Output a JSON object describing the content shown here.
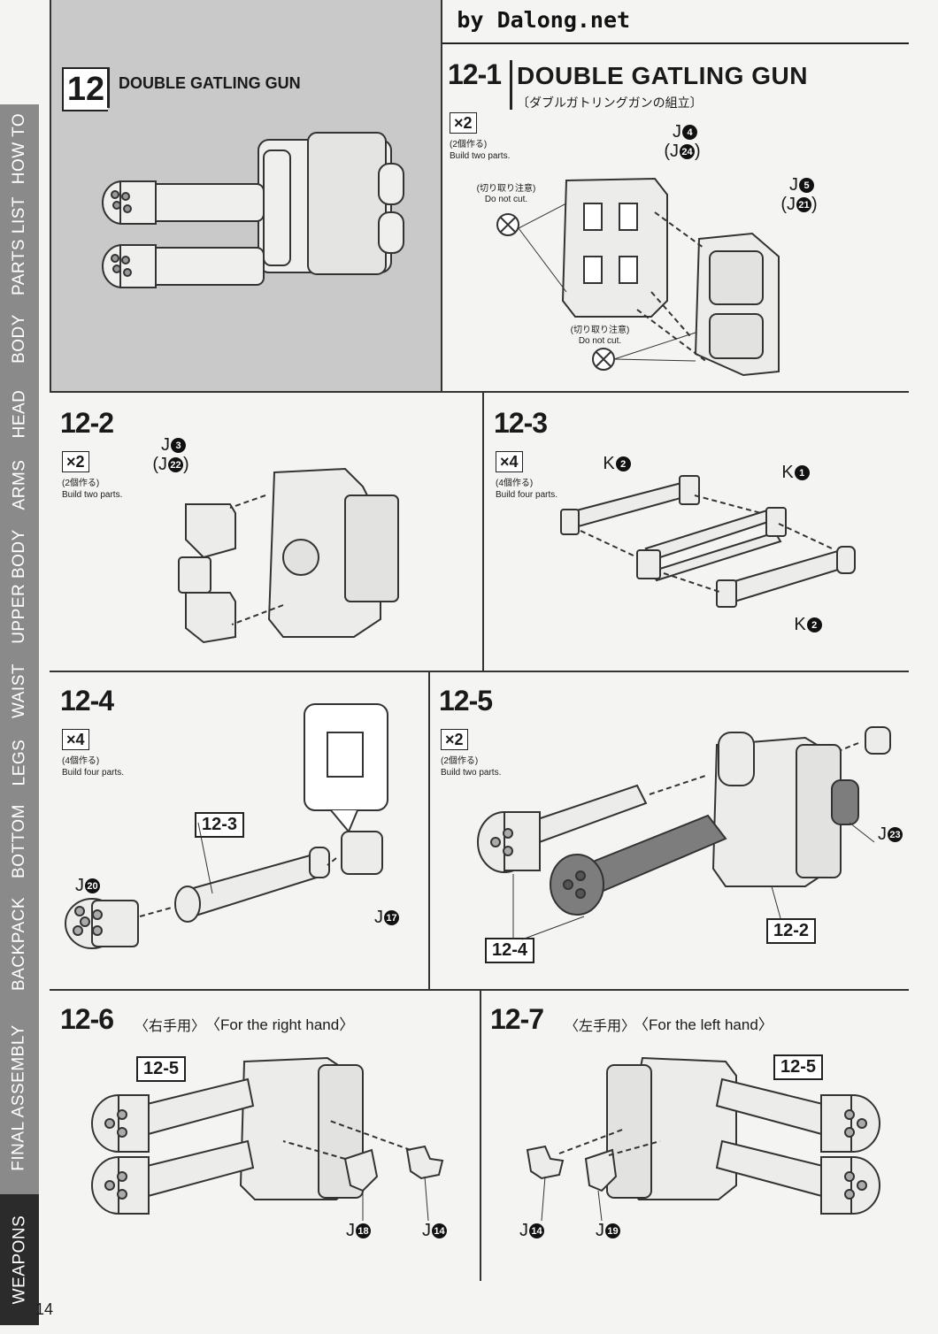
{
  "banner": "Scanned by Dalong.net",
  "page_number": "14",
  "sidebar": {
    "tabs": [
      {
        "label": "HOW TO",
        "active": false
      },
      {
        "label": "PARTS LIST",
        "active": false
      },
      {
        "label": "BODY",
        "active": false
      },
      {
        "label": "HEAD",
        "active": false
      },
      {
        "label": "ARMS",
        "active": false
      },
      {
        "label": "UPPER BODY",
        "active": false
      },
      {
        "label": "WAIST",
        "active": false
      },
      {
        "label": "LEGS",
        "active": false
      },
      {
        "label": "BOTTOM",
        "active": false
      },
      {
        "label": "BACKPACK",
        "active": false
      },
      {
        "label": "FINAL ASSEMBLY",
        "active": false
      },
      {
        "label": "WEAPONS",
        "active": true
      }
    ]
  },
  "hero": {
    "number": "12",
    "title": "DOUBLE GATLING GUN"
  },
  "steps": {
    "s12_1": {
      "main": "12",
      "sub": "-1",
      "title": "DOUBLE GATLING GUN",
      "jp": "〔ダブルガトリングガンの組立〕",
      "mult": "×2",
      "mult_jp": "(2個作る)",
      "mult_en": "Build two parts.",
      "caution_jp": "(切り取り注意)",
      "caution_en": "Do not cut.",
      "labels": {
        "j4": "J",
        "j4n": "4",
        "j24": "J",
        "j24n": "24",
        "j5": "J",
        "j5n": "5",
        "j21": "J",
        "j21n": "21"
      }
    },
    "s12_2": {
      "main": "12",
      "sub": "-2",
      "mult": "×2",
      "mult_jp": "(2個作る)",
      "mult_en": "Build two parts.",
      "labels": {
        "j3": "J",
        "j3n": "3",
        "j22": "J",
        "j22n": "22"
      }
    },
    "s12_3": {
      "main": "12",
      "sub": "-3",
      "mult": "×4",
      "mult_jp": "(4個作る)",
      "mult_en": "Build four parts.",
      "labels": {
        "k2a": "K",
        "k2n": "2",
        "k1": "K",
        "k1n": "1",
        "k2b": "K",
        "k2bn": "2"
      }
    },
    "s12_4": {
      "main": "12",
      "sub": "-4",
      "mult": "×4",
      "mult_jp": "(4個作る)",
      "mult_en": "Build four parts.",
      "ref": "12-3",
      "labels": {
        "j20": "J",
        "j20n": "20",
        "j17": "J",
        "j17n": "17"
      }
    },
    "s12_5": {
      "main": "12",
      "sub": "-5",
      "mult": "×2",
      "mult_jp": "(2個作る)",
      "mult_en": "Build two parts.",
      "ref_a": "12-4",
      "ref_b": "12-2",
      "labels": {
        "j23": "J",
        "j23n": "23"
      }
    },
    "s12_6": {
      "main": "12",
      "sub": "-6",
      "jp": "〈右手用〉",
      "en": "〈For the right hand〉",
      "ref": "12-5",
      "labels": {
        "j18": "J",
        "j18n": "18",
        "j14": "J",
        "j14n": "14"
      }
    },
    "s12_7": {
      "main": "12",
      "sub": "-7",
      "jp": "〈左手用〉",
      "en": "〈For the left hand〉",
      "ref": "12-5",
      "labels": {
        "j14": "J",
        "j14n": "14",
        "j19": "J",
        "j19n": "19"
      }
    }
  },
  "colors": {
    "ink": "#1a1a1a",
    "tab": "#8a8a8a",
    "tab_active": "#2b2b2b",
    "hero_bg": "#c9c9c9",
    "part": "#e9e9e7",
    "dark_part": "#7d7d7d"
  }
}
